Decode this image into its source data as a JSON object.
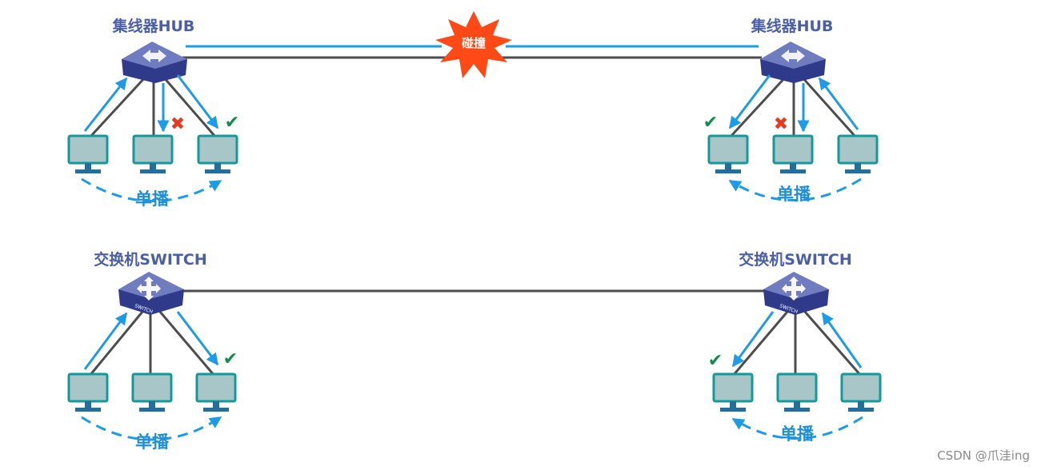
{
  "hub": {
    "left_title": "集线器HUB",
    "right_title": "集线器HUB",
    "collision_label": "碰撞"
  },
  "switch": {
    "left_title": "交换机SWITCH",
    "right_title": "交换机SWITCH",
    "device_badge": "SWITCH"
  },
  "labels": {
    "unicast": "单播"
  },
  "watermark": "CSDN @爪洼ing",
  "colors": {
    "cable": "#4d4d4d",
    "signal_arrow": "#1e9be6",
    "device_body": "#4a54a8",
    "device_top": "#7a86c8",
    "monitor_frame": "#14999a",
    "monitor_screen": "#a8c6c8",
    "monitor_stand": "#226f9b",
    "check": "#138a4e",
    "cross": "#e53920",
    "collision": "#ff4a17"
  }
}
